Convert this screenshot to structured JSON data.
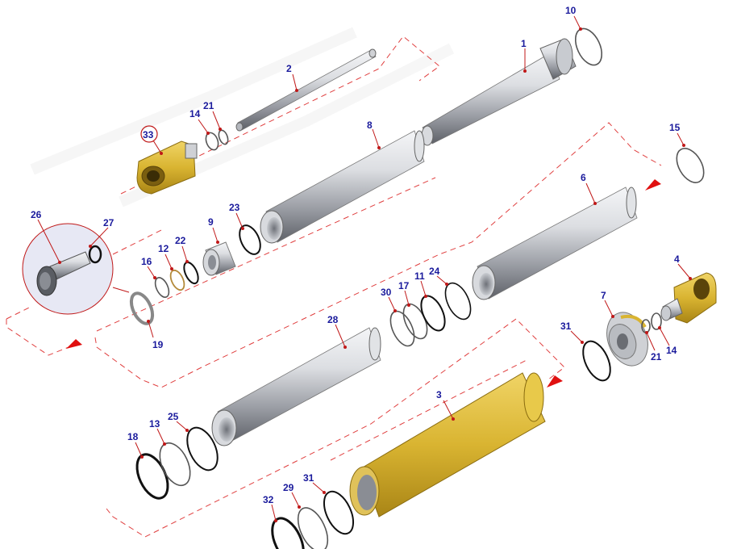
{
  "colors": {
    "callout_text": "#1a1a9c",
    "leader": "#c01818",
    "dashed_path": "#e04040",
    "arrow": "#e01010",
    "steel_light": "#e2e4e8",
    "steel_dark": "#8a8d94",
    "yellow_part": "#d9b431",
    "yellow_dark": "#a98516",
    "highlight_circle": "#c01818"
  },
  "parts": {
    "p1": "1",
    "p2": "2",
    "p3": "3",
    "p4": "4",
    "p6": "6",
    "p7": "7",
    "p8": "8",
    "p9": "9",
    "p10": "10",
    "p11": "11",
    "p12": "12",
    "p13": "13",
    "p14a": "14",
    "p14b": "14",
    "p15": "15",
    "p16": "16",
    "p17": "17",
    "p18": "18",
    "p19": "19",
    "p21a": "21",
    "p21b": "21",
    "p22": "22",
    "p23": "23",
    "p24": "24",
    "p25": "25",
    "p26": "26",
    "p27": "27",
    "p28": "28",
    "p29": "29",
    "p30": "30",
    "p31a": "31",
    "p31b": "31",
    "p32": "32",
    "p33": "33"
  }
}
